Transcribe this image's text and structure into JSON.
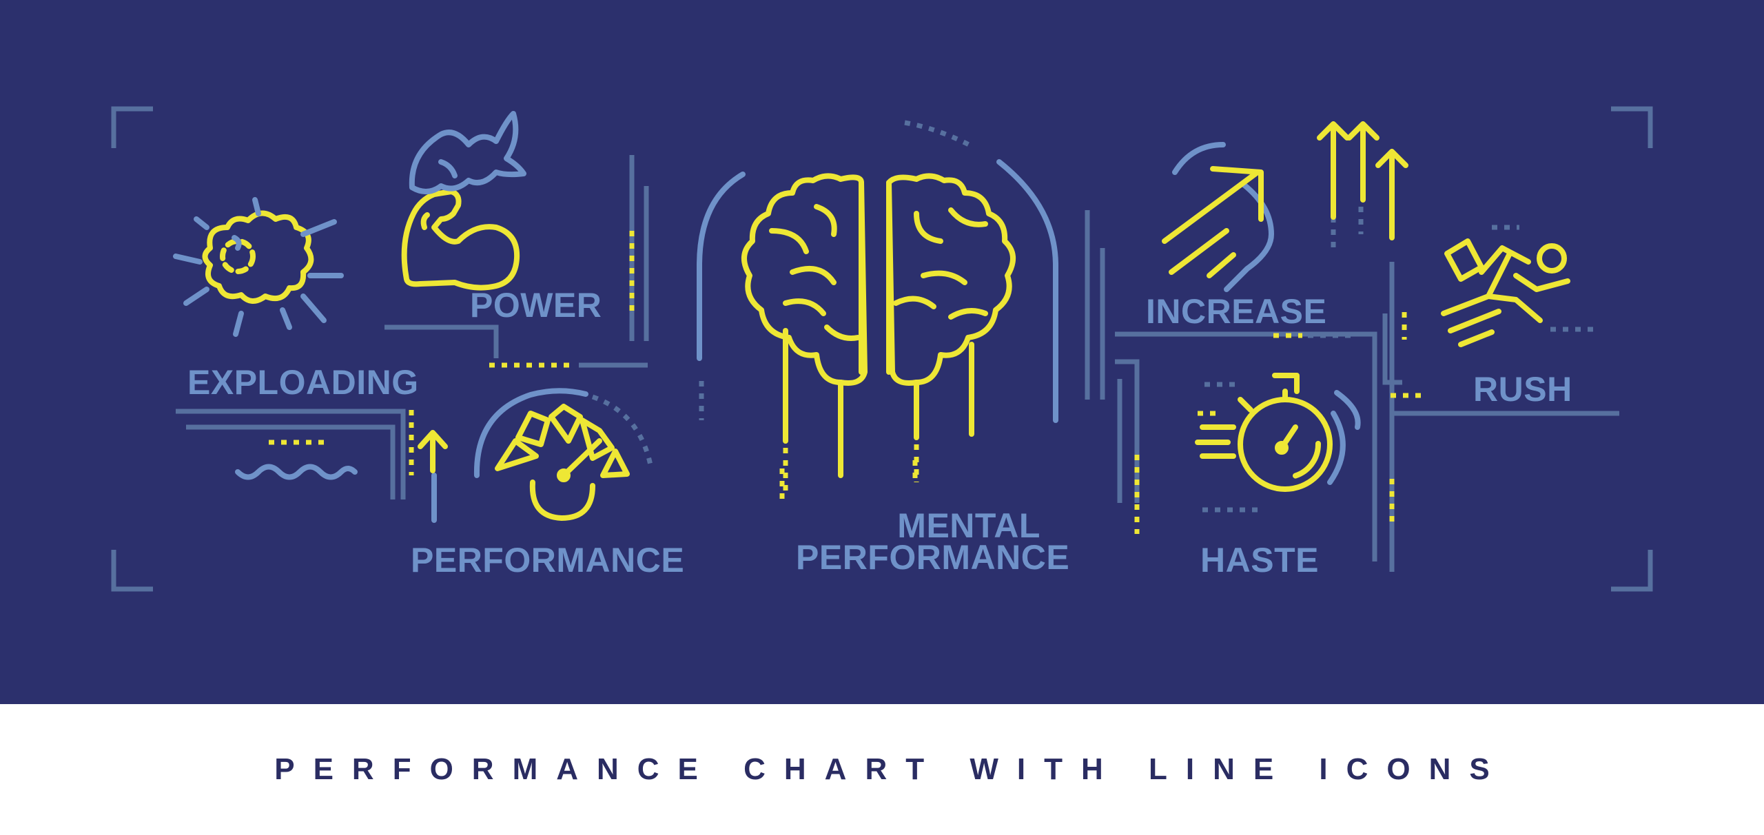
{
  "labels": {
    "exploding": "EXPLOADING",
    "power": "POWER",
    "performance": "PERFORMANCE",
    "mental_line1": "MENTAL",
    "mental_line2": "PERFORMANCE",
    "increase": "INCREASE",
    "haste": "HASTE",
    "rush": "RUSH"
  },
  "caption": "PERFORMANCE CHART WITH LINE ICONS",
  "icons": [
    "explosion-icon",
    "flexed-arm-icon",
    "speedometer-icon",
    "brain-icon",
    "arrows-up-icon",
    "stopwatch-icon",
    "running-man-icon"
  ],
  "colors": {
    "background": "#2c306d",
    "accent_yellow": "#eee735",
    "accent_blue": "#6f92c9",
    "line_gray_blue": "#57709f",
    "caption_text": "#2a2c62"
  }
}
